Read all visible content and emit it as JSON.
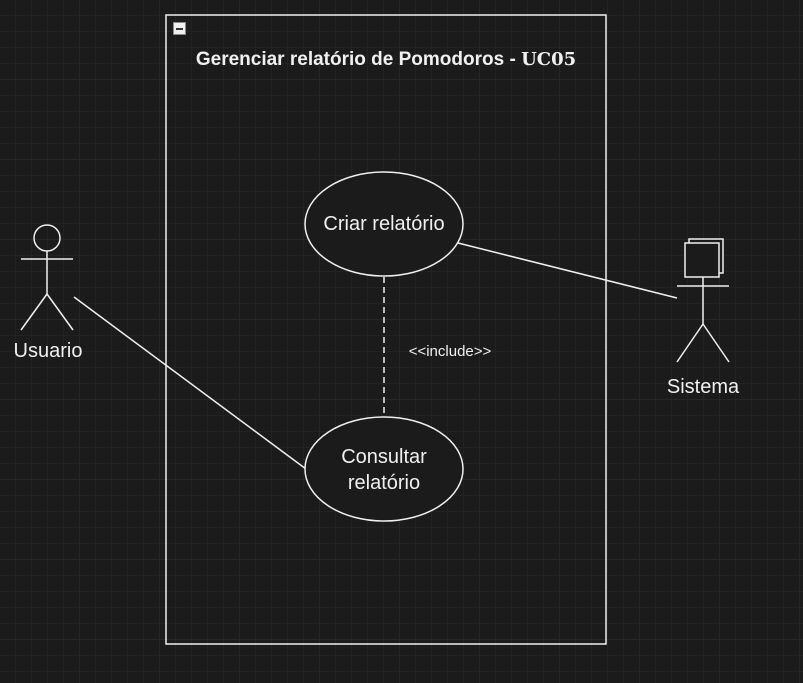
{
  "diagram": {
    "boundary": {
      "title": "Gerenciar relatório de Pomodoros - ",
      "code": "UC05",
      "collapse_icon": "minus-box-icon"
    },
    "use_cases": {
      "criar": "Criar relatório",
      "consultar_line1": "Consultar",
      "consultar_line2": "relatório"
    },
    "actors": {
      "usuario": "Usuario",
      "sistema": "Sistema"
    },
    "relationships": {
      "include": "<<include>>"
    },
    "colors": {
      "background": "#1b1b1b",
      "stroke": "#f0f0f0",
      "text": "#f0f0f0"
    }
  }
}
